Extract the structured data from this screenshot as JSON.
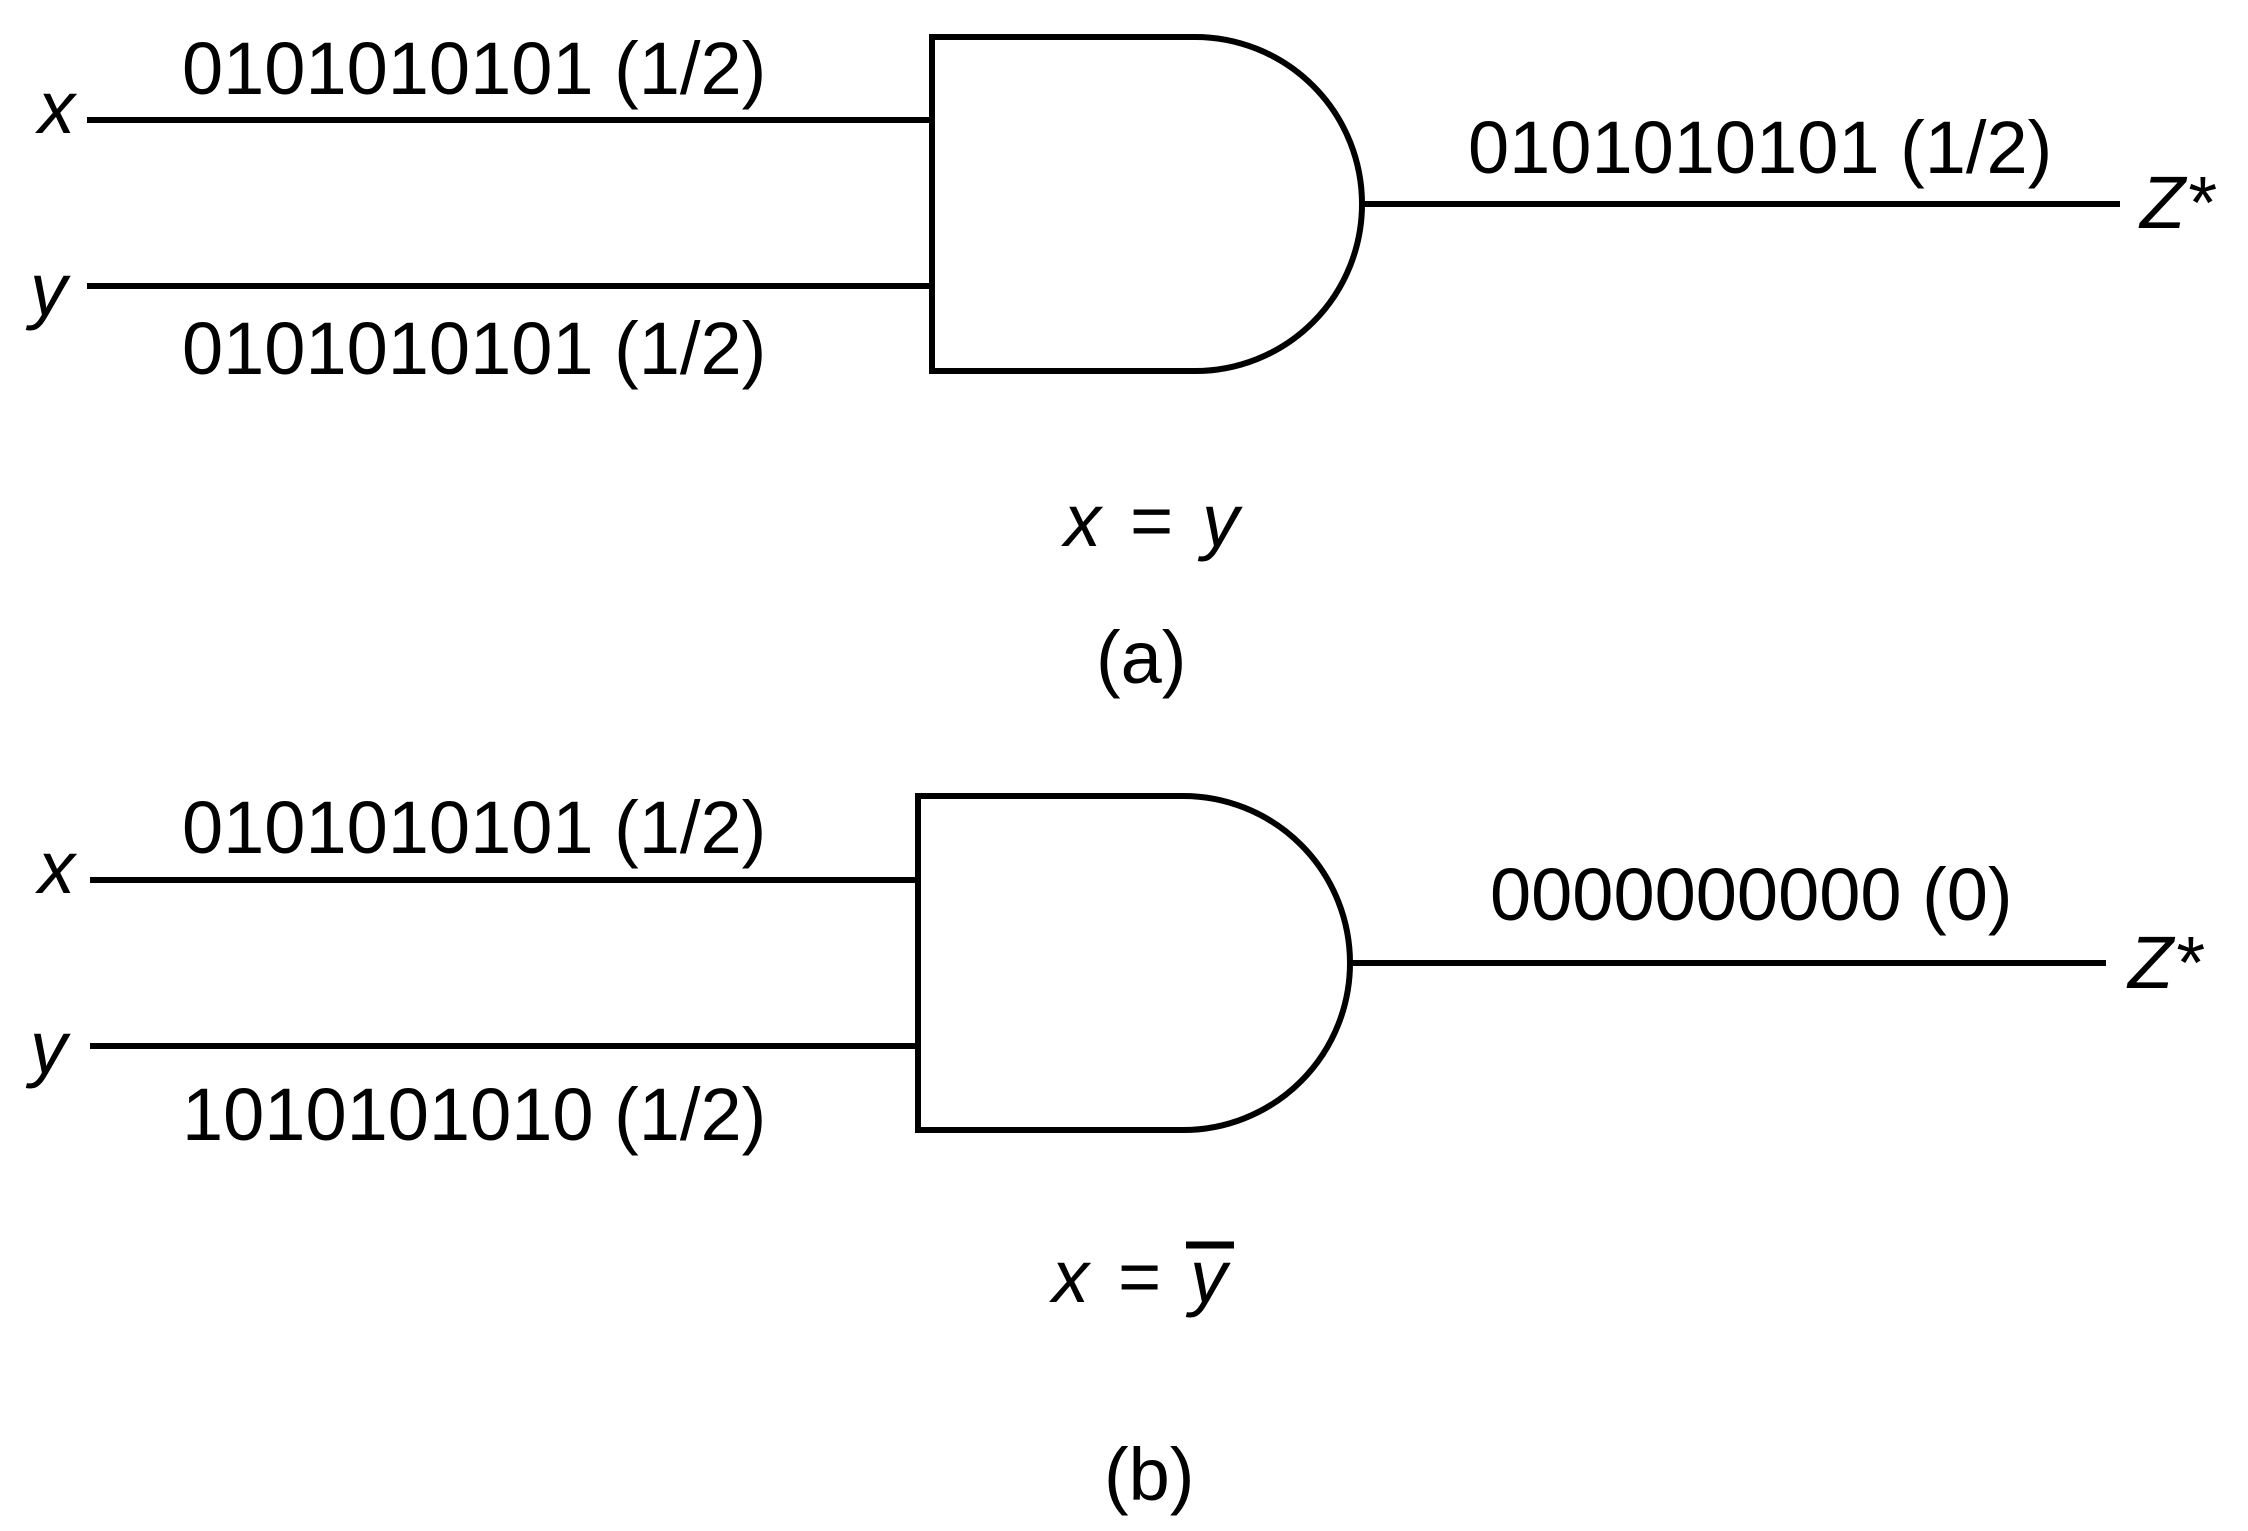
{
  "panel_a": {
    "input_x_name": "x",
    "input_y_name": "y",
    "input_x_bits": "0101010101 (1/2)",
    "input_y_bits": "0101010101 (1/2)",
    "output_bits": "0101010101 (1/2)",
    "output_name": "Z*",
    "relation_lhs": "x",
    "relation_eq": "=",
    "relation_rhs": "y",
    "caption": "(a)"
  },
  "panel_b": {
    "input_x_name": "x",
    "input_y_name": "y",
    "input_x_bits": "0101010101 (1/2)",
    "input_y_bits": "1010101010 (1/2)",
    "output_bits": "0000000000 (0)",
    "output_name": "Z*",
    "relation_lhs": "x",
    "relation_eq": "=",
    "relation_rhs": "y",
    "caption": "(b)"
  }
}
